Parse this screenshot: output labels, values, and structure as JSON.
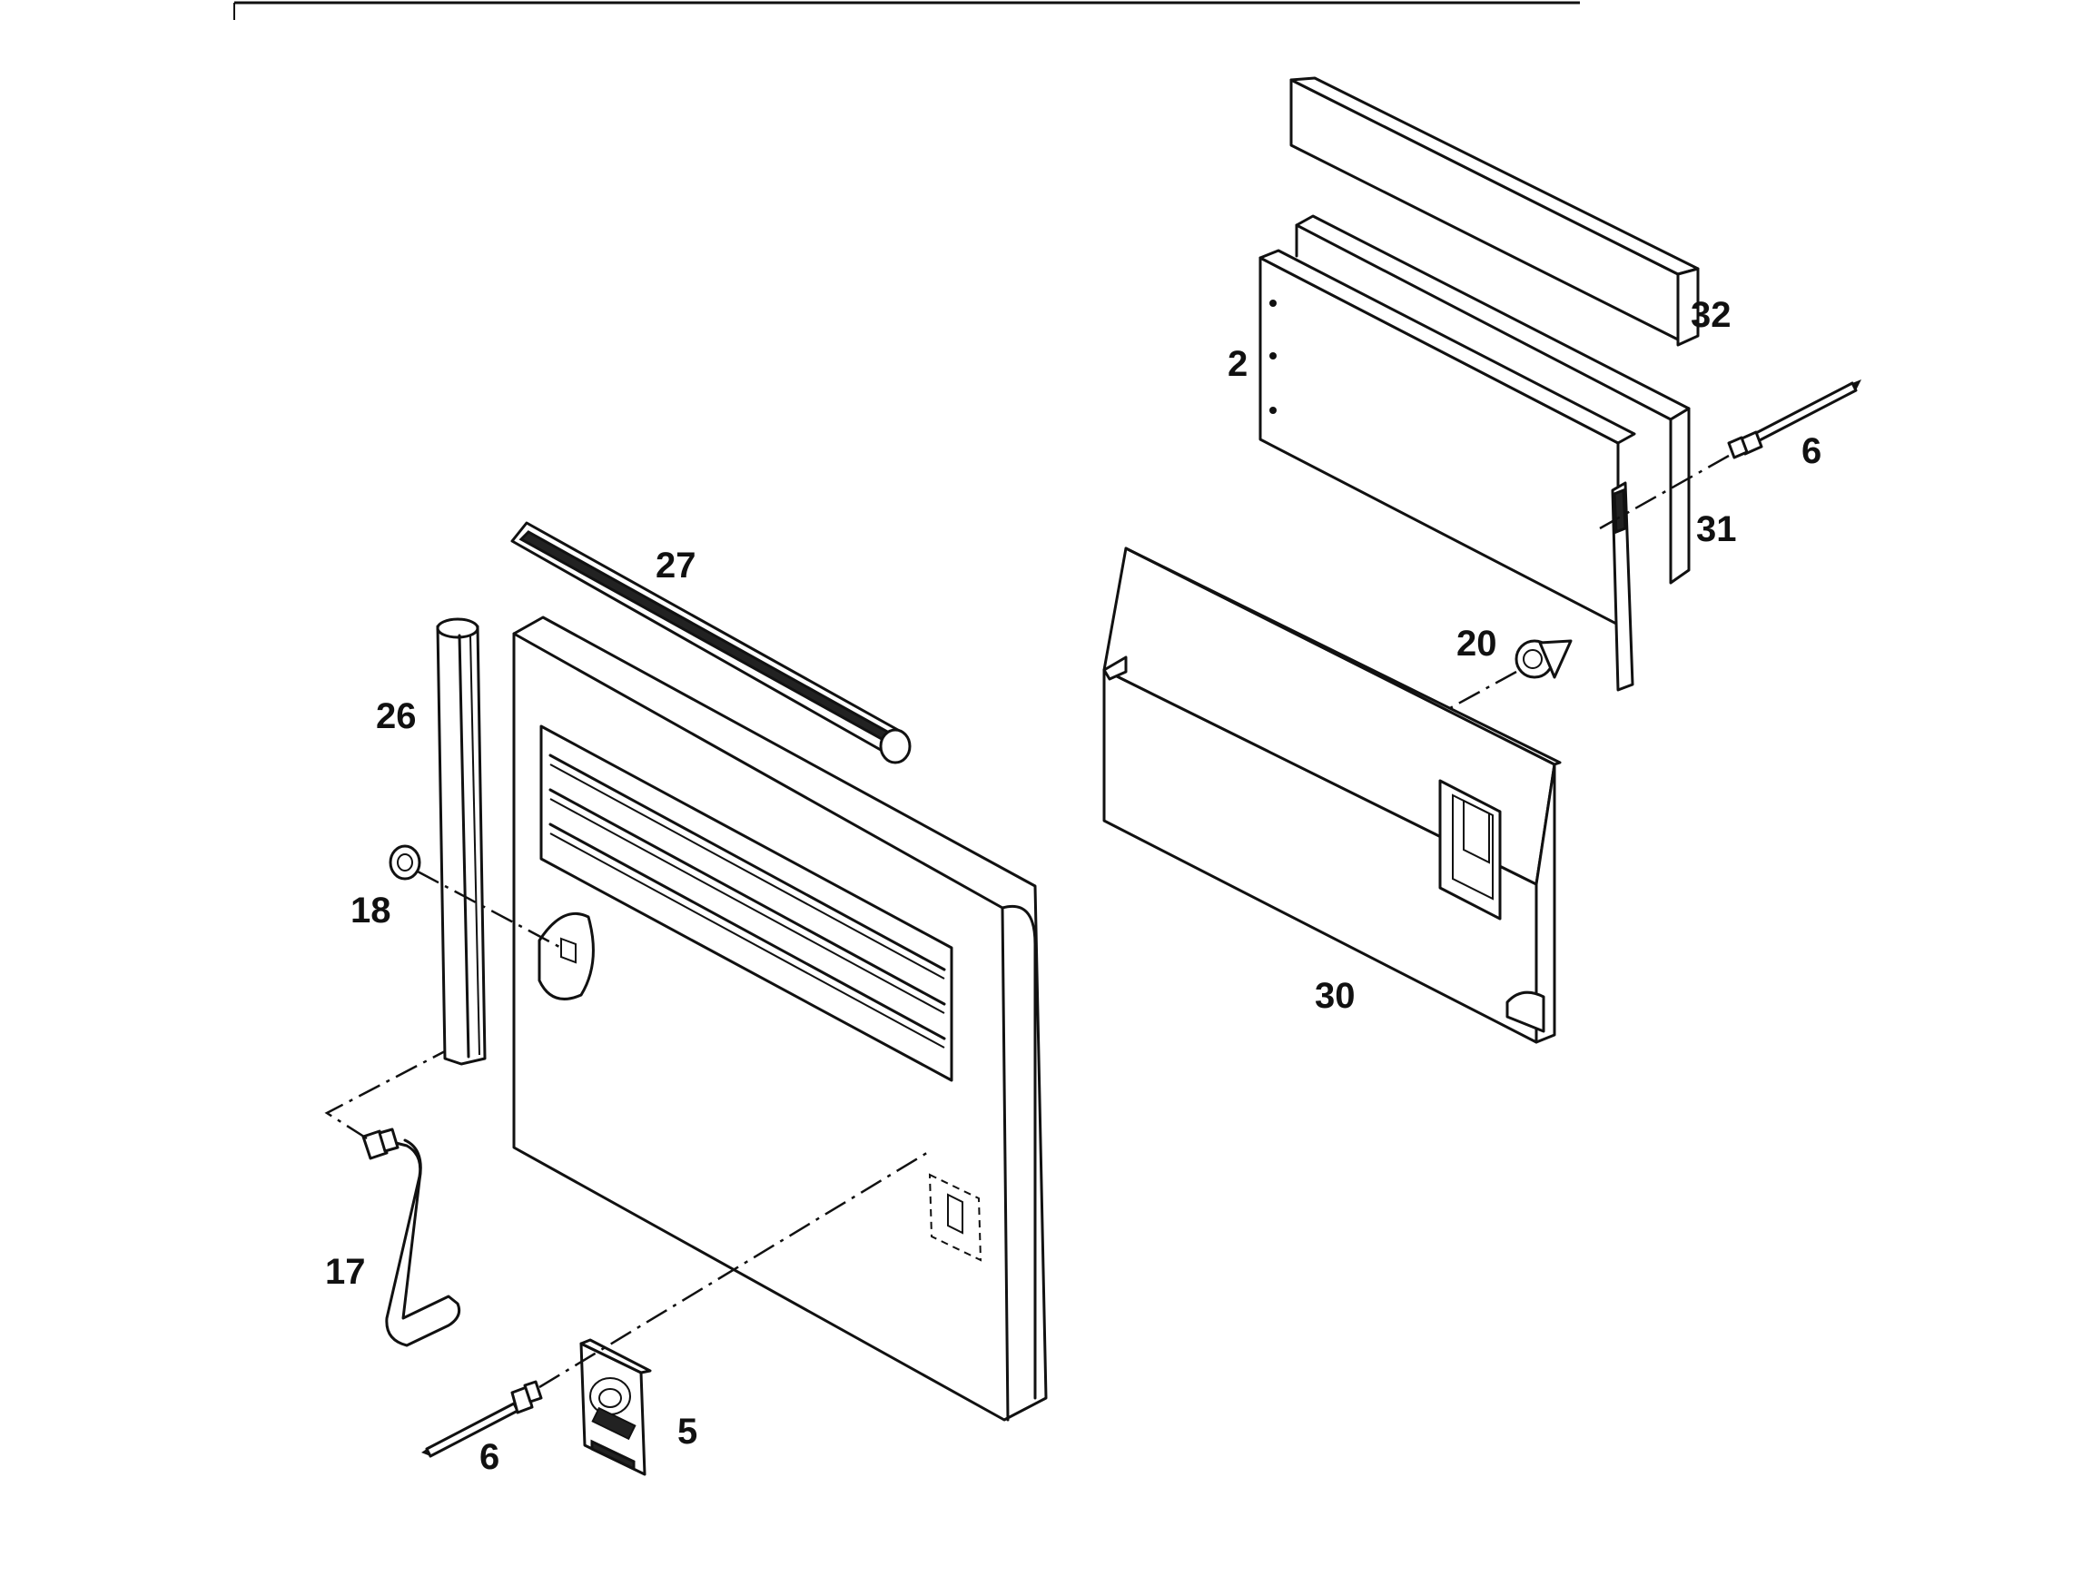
{
  "callouts": {
    "c2": "2",
    "c5": "5",
    "c6_left": "6",
    "c6_right": "6",
    "c17": "17",
    "c18": "18",
    "c20": "20",
    "c26": "26",
    "c27": "27",
    "c30": "30",
    "c31": "31",
    "c32": "32"
  }
}
